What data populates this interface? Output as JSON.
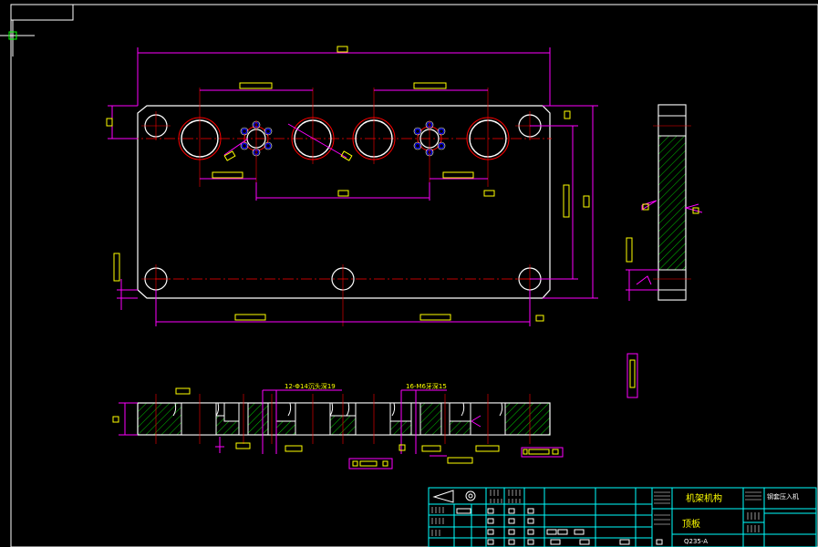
{
  "drawing": {
    "colors": {
      "background": "#000000",
      "outline": "#ffffff",
      "dimension": "#ff00ff",
      "hatch": "#00ff00",
      "text": "#ffff00",
      "centerline": "#ff0000",
      "titleblock": "#00ffff",
      "bolt": "#0000ff"
    },
    "annotations": {
      "hole_callout_1": "12-Φ14沉头深19",
      "hole_callout_2": "16-M6牙深15"
    },
    "title_block": {
      "assembly_name": "机架机构",
      "machine_name": "钢套压入机",
      "part_name": "顶板",
      "material": "Q235-A"
    }
  }
}
